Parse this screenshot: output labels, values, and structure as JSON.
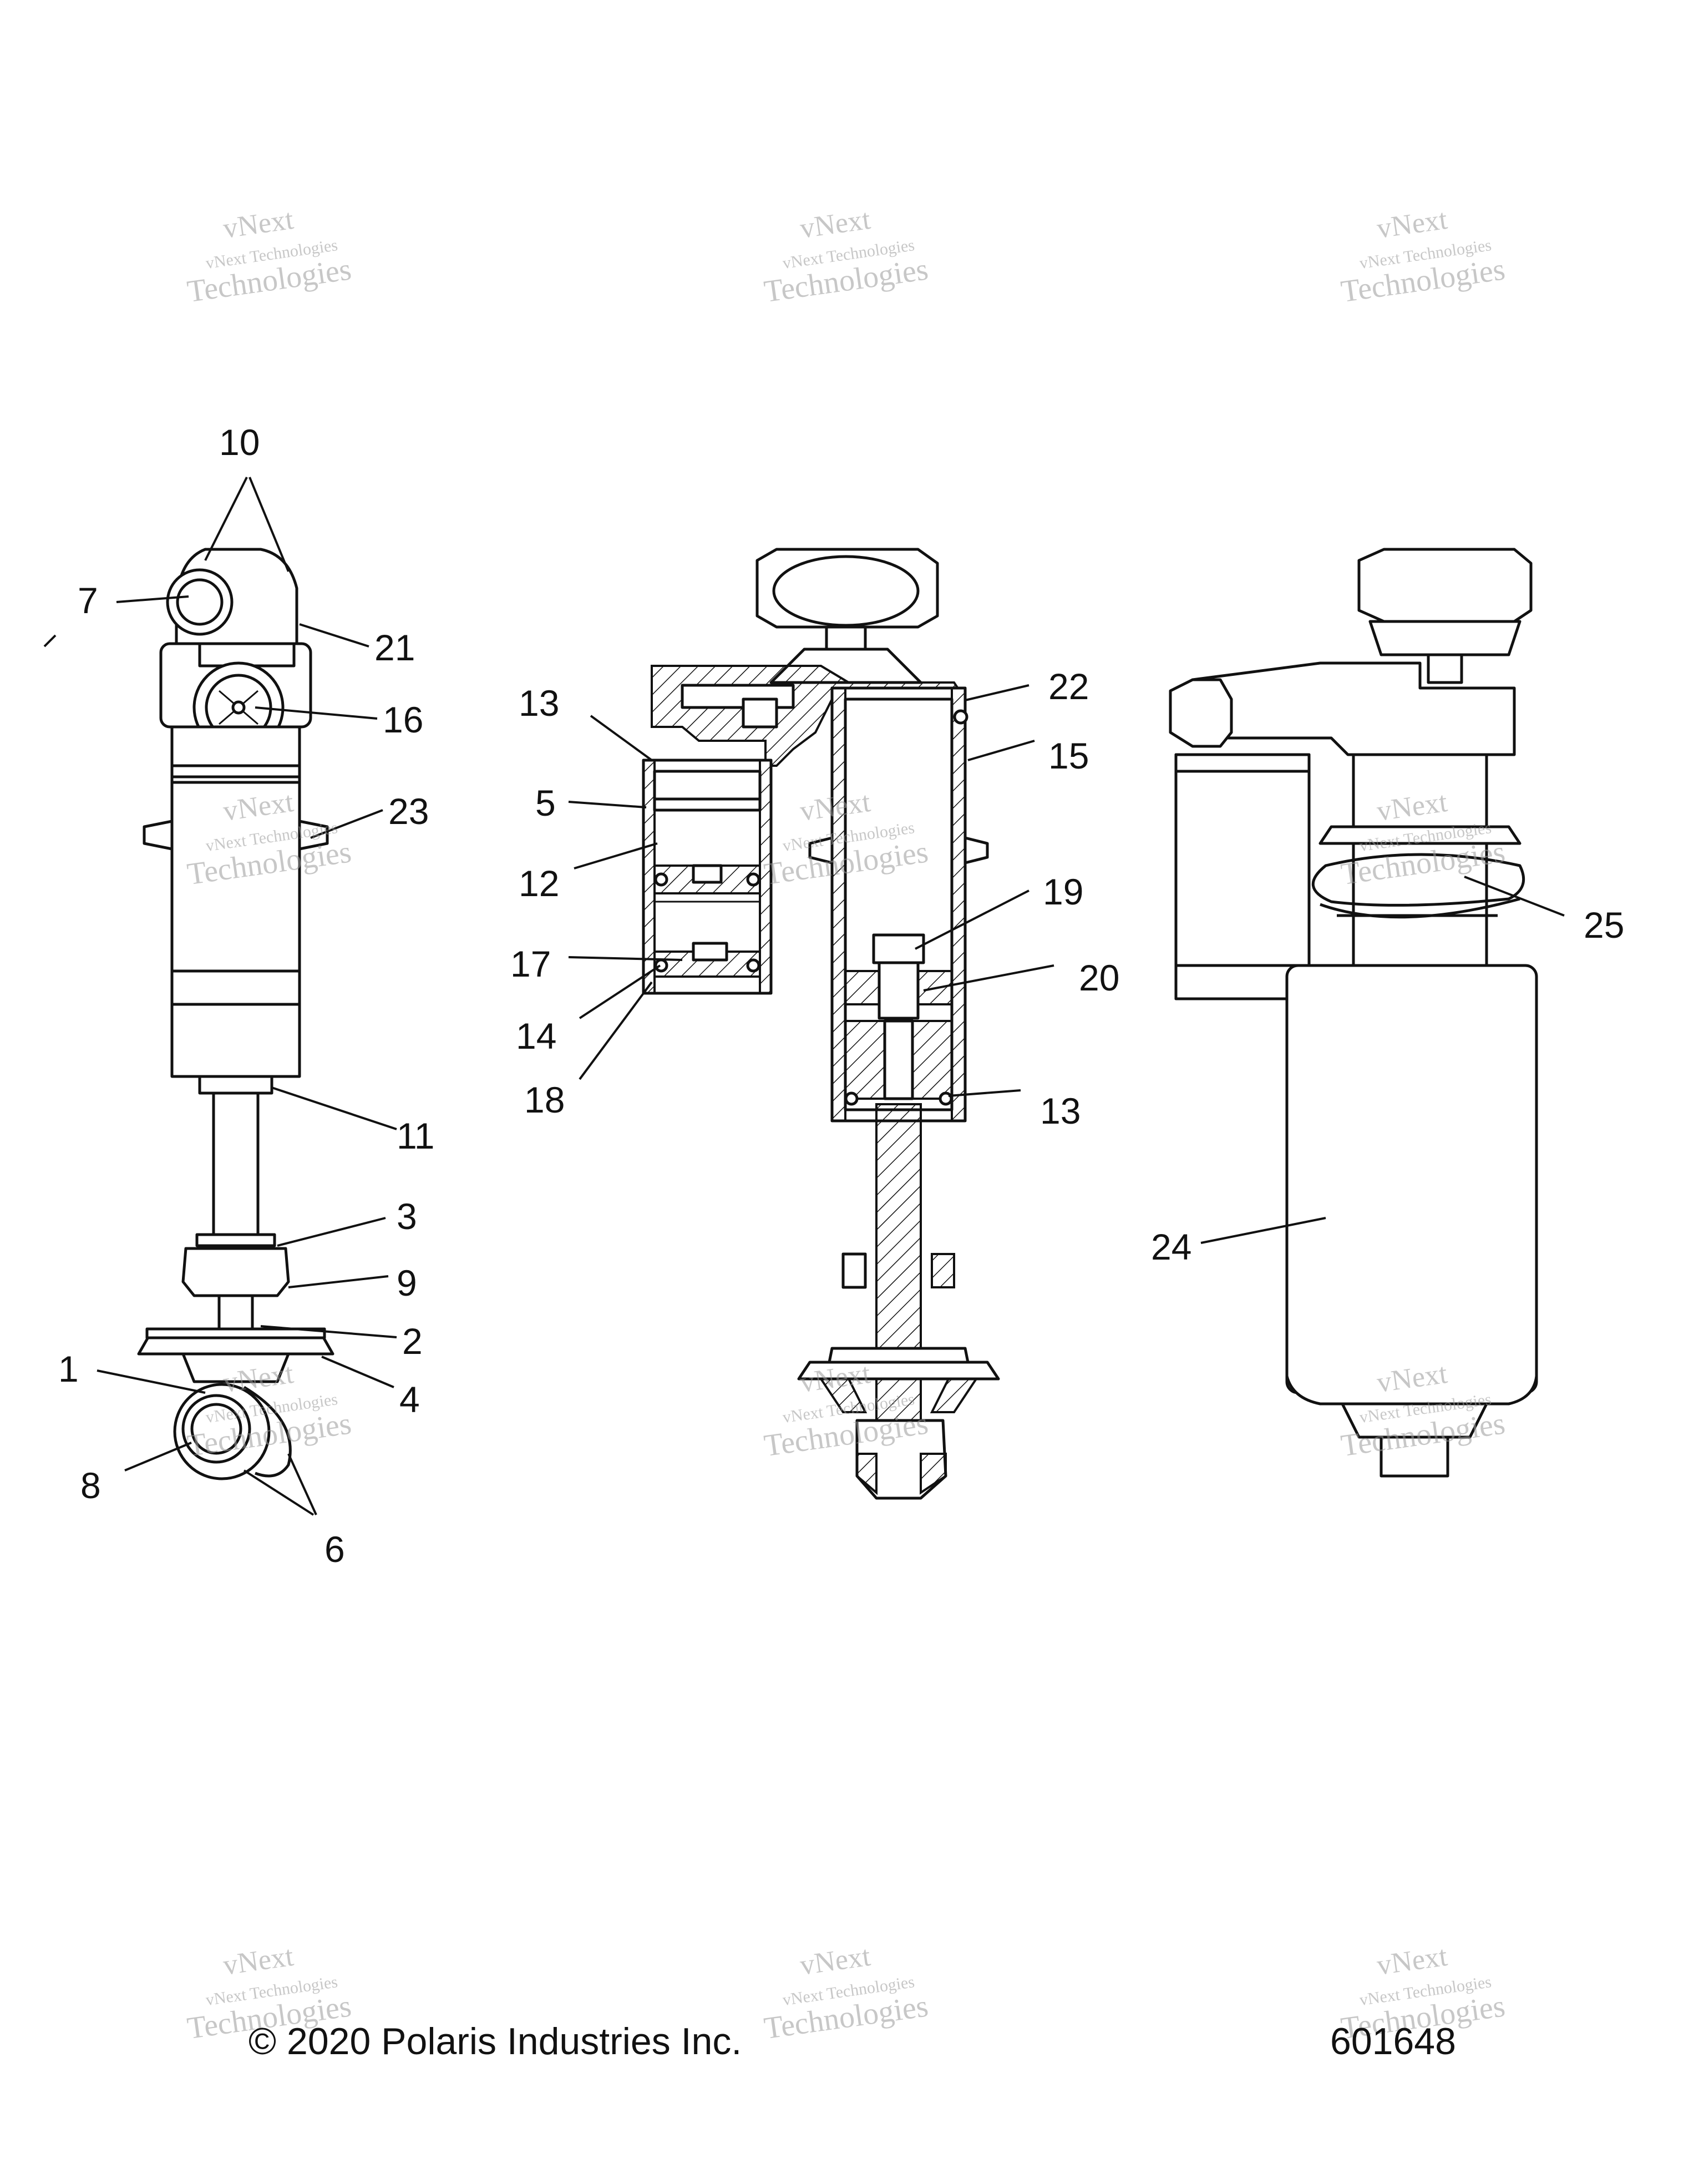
{
  "callouts": {
    "c1": "1",
    "c2": "2",
    "c3": "3",
    "c4": "4",
    "c5": "5",
    "c6": "6",
    "c7": "7",
    "c8": "8",
    "c9": "9",
    "c10": "10",
    "c11": "11",
    "c12": "12",
    "c13": "13",
    "c14": "14",
    "c15": "15",
    "c16": "16",
    "c17": "17",
    "c18": "18",
    "c19": "19",
    "c20": "20",
    "c21": "21",
    "c22": "22",
    "c23": "23",
    "c24": "24",
    "c25": "25"
  },
  "watermark": {
    "line1": "vNext",
    "line2": "vNext Technologies",
    "line3": "Technologies"
  },
  "footer": {
    "copyright": "© 2020 Polaris Industries Inc.",
    "diagram_number": "601648"
  }
}
